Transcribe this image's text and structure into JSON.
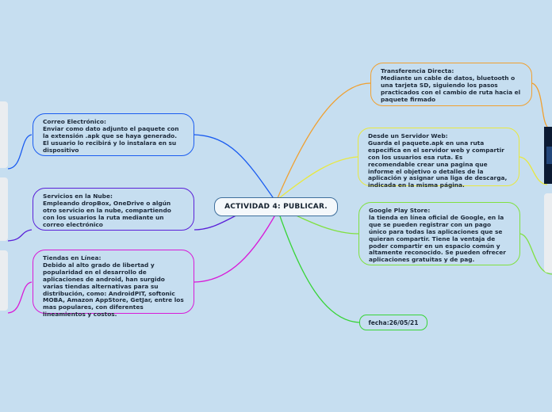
{
  "center": {
    "title": "ACTIVIDAD 4: PUBLICAR."
  },
  "branches": {
    "correo": {
      "text": "Correo Electrónico:\nEnviar como dato adjunto el paquete con la extensión .apk que se haya generado. El usuario lo recibirá y lo instalara en su dispositivo"
    },
    "nube": {
      "text": "Servicios en la Nube:\nEmpleando dropBox, OneDrive o algún otro servicio en la nube, compartiendo con los usuarios la ruta mediante un correo electrónico"
    },
    "tiendas": {
      "text": "Tiendas en Línea:\nDebido al alto grado de libertad y popularidad en el desarrollo de aplicaciones de android, han surgido varias tiendas alternativas para su distribución, como: AndroidPIT, softonic MOBA, Amazon AppStore, GetJar, entre los mas populares, con diferentes lineamientos y costos."
    },
    "transferencia": {
      "text": "Transferencia Directa:\nMediante un cable de datos, bluetooth o una tarjeta SD, siguiendo los pasos practicados con el cambio de ruta hacia el paquete firmado"
    },
    "servidor": {
      "text": "Desde un Servidor Web:\nGuarda el paquete.apk en una ruta especifica en el servidor web y compartir con los usuarios esa ruta. Es recomendable crear una pagina que informe el objetivo o detalles de la aplicación y asignar una liga de descarga, indicada en la misma página."
    },
    "playstore": {
      "text": "Google Play Store:\nla tienda en línea oficial de Google, en la que se pueden registrar con un pago único para todas las aplicaciones que se quieran compartir. Tiene la ventaja de poder compartir en un espacio común y altamente reconocido. Se pueden ofrecer aplicaciones gratuitas y de pag."
    },
    "fecha": {
      "text": "fecha:26/05/21"
    }
  },
  "colors": {
    "background": "#c6def0",
    "correo": "#1a5cf0",
    "nube": "#5a20d8",
    "tiendas": "#d81ad8",
    "transferencia": "#f0a030",
    "servidor": "#e8e840",
    "playstore": "#80e040",
    "fecha": "#38d438"
  }
}
